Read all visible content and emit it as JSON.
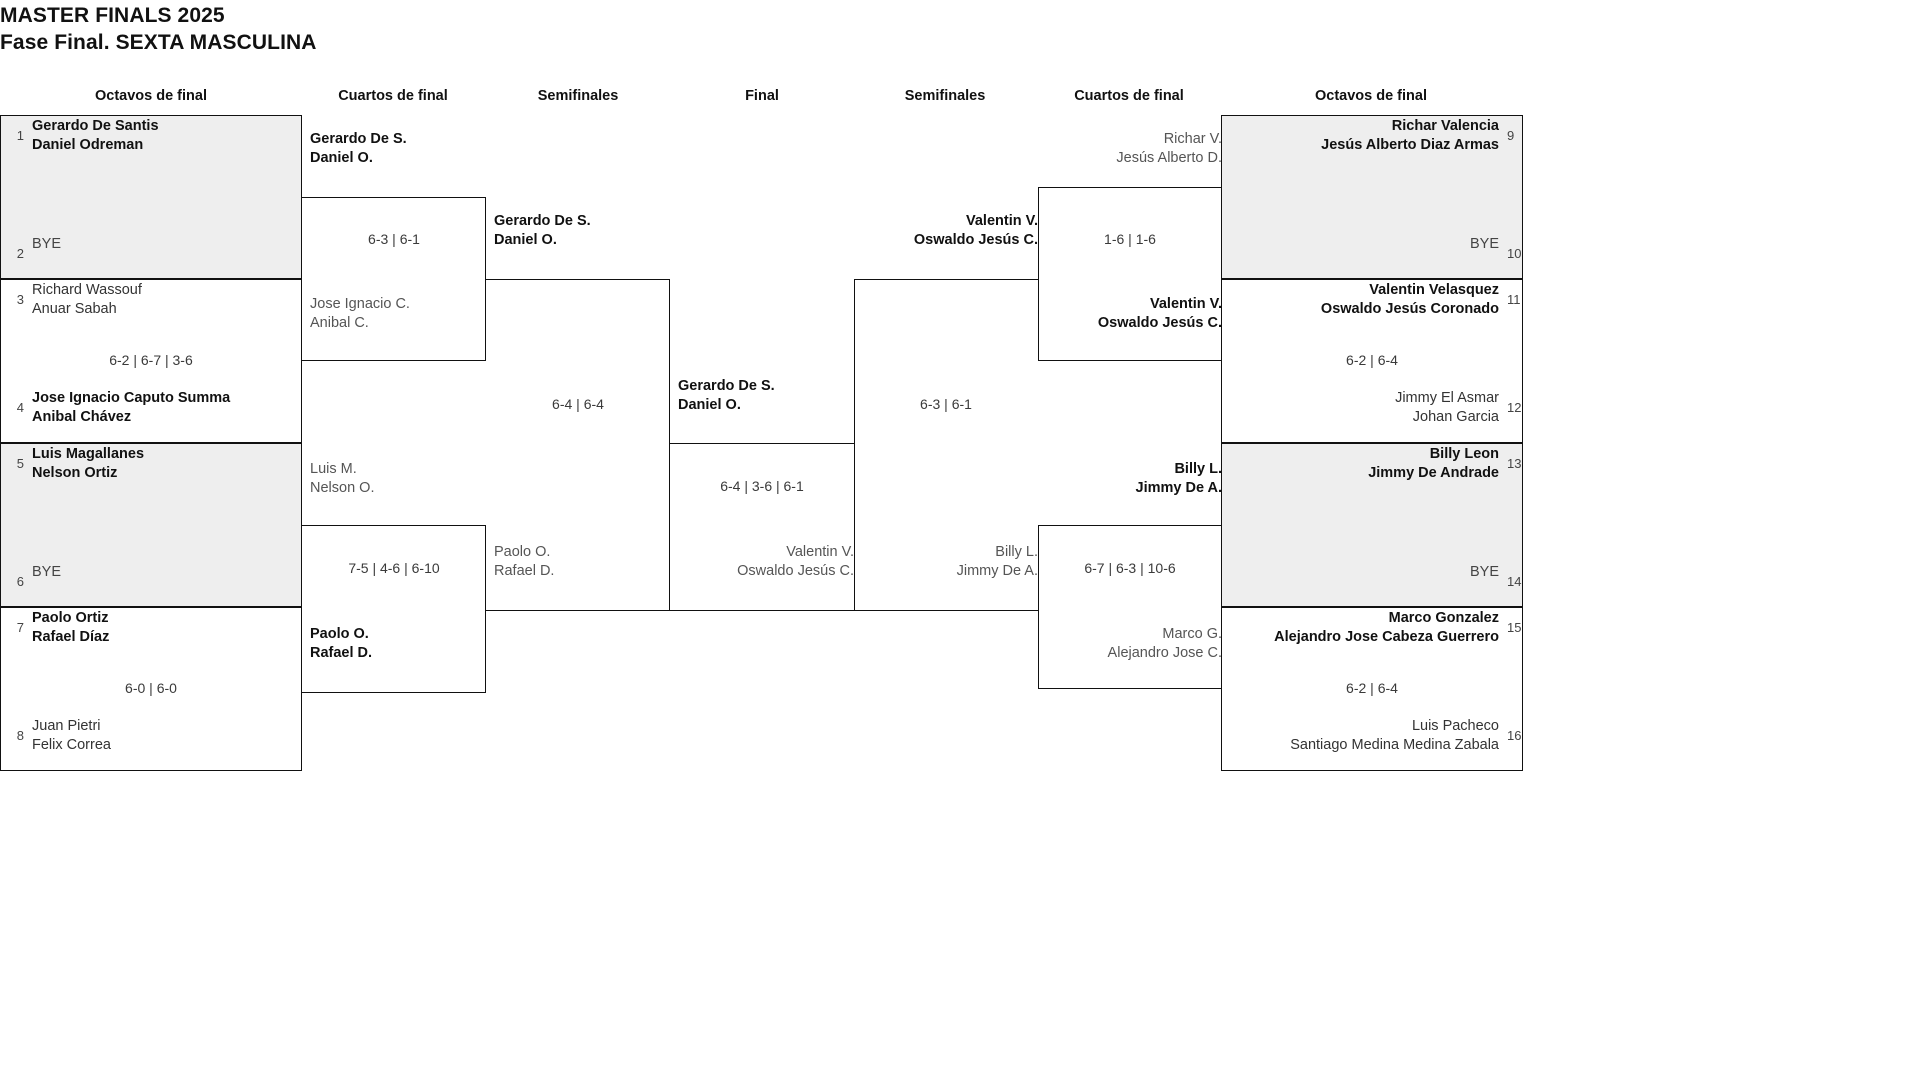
{
  "header": {
    "title_line1": "MASTER FINALS 2025",
    "title_line2": "Fase Final. SEXTA MASCULINA"
  },
  "round_headers": [
    {
      "label": "Octavos de final"
    },
    {
      "label": "Cuartos de final"
    },
    {
      "label": "Semifinales"
    },
    {
      "label": "Final"
    },
    {
      "label": "Semifinales"
    },
    {
      "label": "Cuartos de final"
    },
    {
      "label": "Octavos de final"
    }
  ],
  "left": {
    "octavos": [
      {
        "seed_top": "1",
        "seed_bottom": "2",
        "top_p1": "Gerardo De Santis",
        "top_p2": "Daniel Odreman",
        "bottom_p1": "BYE",
        "bottom_p2": "",
        "score": ""
      },
      {
        "seed_top": "3",
        "seed_bottom": "4",
        "top_p1": "Richard Wassouf",
        "top_p2": "Anuar Sabah",
        "bottom_p1": "Jose Ignacio Caputo Summa",
        "bottom_p2": "Anibal Chávez",
        "score": "6-2 | 6-7 | 3-6"
      },
      {
        "seed_top": "5",
        "seed_bottom": "6",
        "top_p1": "Luis Magallanes",
        "top_p2": "Nelson Ortiz",
        "bottom_p1": "BYE",
        "bottom_p2": "",
        "score": ""
      },
      {
        "seed_top": "7",
        "seed_bottom": "8",
        "top_p1": "Paolo Ortiz",
        "top_p2": "Rafael Díaz",
        "bottom_p1": "Juan Pietri",
        "bottom_p2": "Felix Correa",
        "score": "6-0 | 6-0"
      }
    ],
    "cuartos": [
      {
        "top_p1": "Gerardo De S.",
        "top_p2": "Daniel O.",
        "bottom_p1": "Jose Ignacio C.",
        "bottom_p2": "Anibal C.",
        "score": "6-3 | 6-1"
      },
      {
        "top_p1": "Luis M.",
        "top_p2": "Nelson O.",
        "bottom_p1": "Paolo O.",
        "bottom_p2": "Rafael D.",
        "score": "7-5 | 4-6 | 6-10"
      }
    ],
    "semifinal": {
      "top_p1": "Gerardo De S.",
      "top_p2": "Daniel O.",
      "bottom_p1": "Paolo O.",
      "bottom_p2": "Rafael D.",
      "score": "6-4 | 6-4"
    }
  },
  "final": {
    "top_p1": "Gerardo De S.",
    "top_p2": "Daniel O.",
    "bottom_p1": "Valentin V.",
    "bottom_p2": "Oswaldo Jesús C.",
    "score": "6-4 | 3-6 | 6-1"
  },
  "right": {
    "octavos": [
      {
        "seed_top": "9",
        "seed_bottom": "10",
        "top_p1": "Richar Valencia",
        "top_p2": "Jesús Alberto Diaz Armas",
        "bottom_p1": "BYE",
        "bottom_p2": "",
        "score": ""
      },
      {
        "seed_top": "11",
        "seed_bottom": "12",
        "top_p1": "Valentin Velasquez",
        "top_p2": "Oswaldo Jesús Coronado",
        "bottom_p1": "Jimmy El Asmar",
        "bottom_p2": "Johan Garcia",
        "score": "6-2 | 6-4"
      },
      {
        "seed_top": "13",
        "seed_bottom": "14",
        "top_p1": "Billy Leon",
        "top_p2": "Jimmy De Andrade",
        "bottom_p1": "BYE",
        "bottom_p2": "",
        "score": ""
      },
      {
        "seed_top": "15",
        "seed_bottom": "16",
        "top_p1": "Marco Gonzalez",
        "top_p2": "Alejandro Jose Cabeza Guerrero",
        "bottom_p1": "Luis Pacheco",
        "bottom_p2": "Santiago Medina Medina Zabala",
        "score": "6-2 | 6-4"
      }
    ],
    "cuartos": [
      {
        "top_p1": "Richar V.",
        "top_p2": "Jesús Alberto D.",
        "bottom_p1": "Valentin V.",
        "bottom_p2": "Oswaldo Jesús C.",
        "score": "1-6 | 1-6"
      },
      {
        "top_p1": "Billy L.",
        "top_p2": "Jimmy De A.",
        "bottom_p1": "Marco G.",
        "bottom_p2": "Alejandro Jose C.",
        "score": "6-7 | 6-3 | 10-6"
      }
    ],
    "semifinal": {
      "top_p1": "Valentin V.",
      "top_p2": "Oswaldo Jesús C.",
      "bottom_p1": "Billy L.",
      "bottom_p2": "Jimmy De A.",
      "score": "6-3 | 6-1"
    }
  }
}
